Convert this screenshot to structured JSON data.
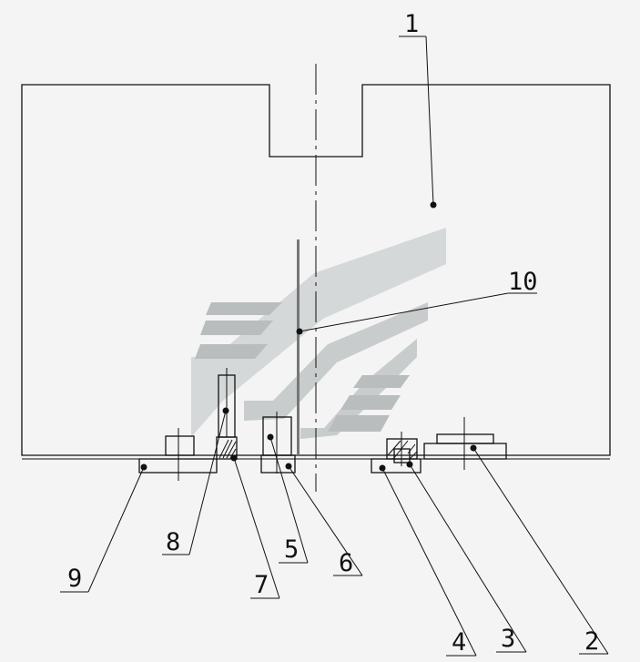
{
  "diagram": {
    "colors": {
      "line": "#111111",
      "background": "#f4f4f4",
      "watermark_dark": "#b8bcbc",
      "watermark_light": "#d2d6d6"
    },
    "labels": [
      "1",
      "2",
      "3",
      "4",
      "5",
      "6",
      "7",
      "8",
      "9",
      "10"
    ]
  }
}
